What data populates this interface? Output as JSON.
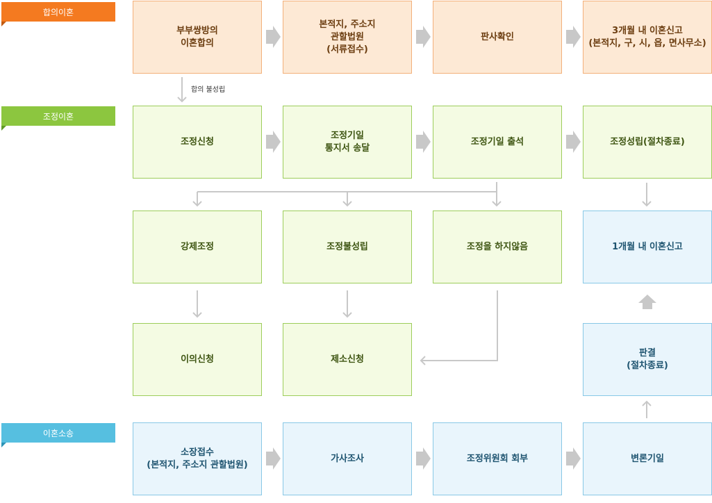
{
  "tags": {
    "agreement": "합의이혼",
    "mediation": "조정이혼",
    "litigation": "이혼소송"
  },
  "agreement_row": {
    "step1": "부부쌍방의\n이혼합의",
    "step2": "본적지, 주소지\n관할법원\n(서류접수)",
    "step3": "판사확인",
    "step4": "3개월 내 이혼신고\n(본적지, 구, 시, 읍, 면사무소)"
  },
  "agreement_fail_note": "합의 불성립",
  "mediation_row": {
    "step1": "조정신청",
    "step2": "조정기일\n통지서 송달",
    "step3": "조정기일 출석",
    "step4": "조정성립(절차종료)"
  },
  "mediation_outcomes": {
    "forced": "강제조정",
    "failed": "조정불성립",
    "not_done": "조정을 하지않음",
    "report": "1개월 내 이혼신고"
  },
  "objection_row": {
    "objection": "이의신청",
    "lawsuit": "제소신청",
    "judgment": "판결\n(절차종료)"
  },
  "litigation_row": {
    "step1": "소장접수\n(본적지, 주소지 관할법원)",
    "step2": "가사조사",
    "step3": "조정위원회 회부",
    "step4": "변론기일"
  },
  "colors": {
    "orange": "#f47a20",
    "green": "#8cc63f",
    "blue": "#56bfe0",
    "arrow": "#c8c8c8"
  }
}
